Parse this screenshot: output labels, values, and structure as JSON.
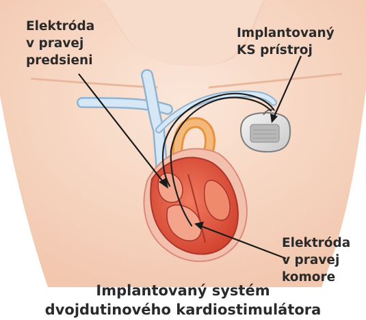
{
  "labels": {
    "atrial_lead": [
      "Elektróda",
      "v pravej",
      "predsieni"
    ],
    "device": [
      "Implantovaný",
      "KS prístroj"
    ],
    "ventricular_lead": [
      "Elektróda",
      "v pravej",
      "komore"
    ]
  },
  "caption": [
    "Implantovaný systém",
    "dvojdutinového kardiostimulátora"
  ],
  "colors": {
    "skin": "#f7d7c4",
    "skin_shadow": "#efc2aa",
    "vein": "#d6e8f5",
    "vein_edge": "#8fb4d3",
    "heart": "#e2553f",
    "heart_dark": "#b9352a",
    "heart_light": "#f08a6d",
    "aorta": "#f0b070",
    "lead": "#1f1f1f",
    "device": "#e0e0e0"
  }
}
